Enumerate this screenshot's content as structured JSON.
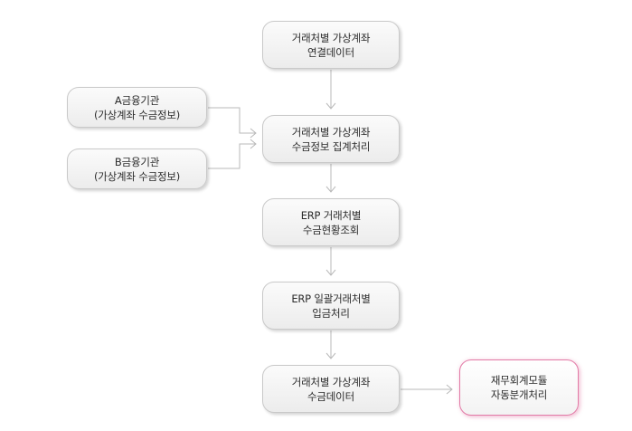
{
  "nodes": {
    "virtual_account_link": {
      "line1": "거래처별 가상계좌",
      "line2": "연결데이터"
    },
    "aggregate": {
      "line1": "거래처별 가상계좌",
      "line2": "수금정보 집계처리"
    },
    "erp_inquiry": {
      "line1": "ERP 거래처별",
      "line2": "수금현황조회"
    },
    "erp_batch": {
      "line1": "ERP 일괄거래처별",
      "line2": "입금처리"
    },
    "collection_data": {
      "line1": "거래처별 가상계좌",
      "line2": "수금데이터"
    },
    "bank_a": {
      "line1": "A금융기관",
      "line2": "(가상계좌 수금정보)"
    },
    "bank_b": {
      "line1": "B금융기관",
      "line2": "(가상계좌 수금정보)"
    },
    "finance_module": {
      "line1": "재무회계모듈",
      "line2": "자동분개처리"
    }
  },
  "colors": {
    "node_border": "#c9c9c9",
    "accent_border": "#e27aa6",
    "edge": "#b9b9b9",
    "text": "#2b2b2b"
  }
}
